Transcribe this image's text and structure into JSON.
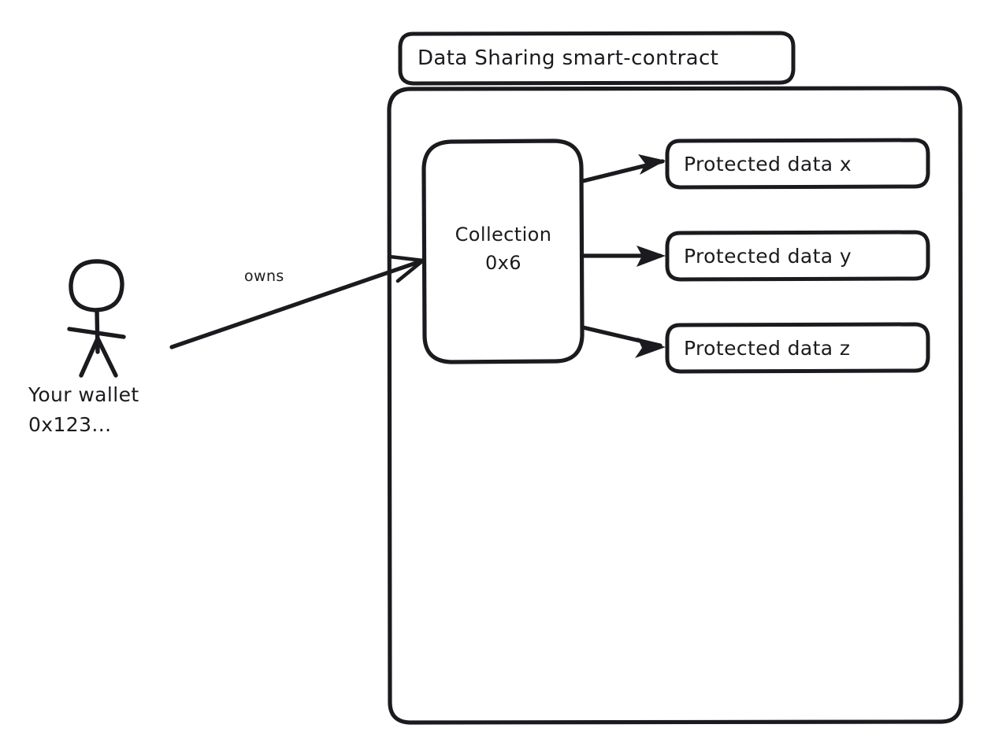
{
  "diagram": {
    "title": "Data Sharing smart-contract",
    "background_color": "#ffffff",
    "stroke_color": "#1b1b1f",
    "style": "hand-drawn",
    "container": {
      "name": "Data Sharing smart-contract",
      "label": "Data Sharing smart-contract"
    },
    "actor": {
      "icon": "stick-figure-person",
      "label_line1": "Your wallet",
      "label_line2": "0x123..."
    },
    "edges": [
      {
        "from": "Your wallet 0x123...",
        "to": "Collection 0x6",
        "label": "owns"
      },
      {
        "from": "Collection 0x6",
        "to": "Protected data x",
        "label": ""
      },
      {
        "from": "Collection 0x6",
        "to": "Protected data y",
        "label": ""
      },
      {
        "from": "Collection 0x6",
        "to": "Protected data z",
        "label": ""
      }
    ],
    "collection": {
      "line1": "Collection",
      "line2": "0x6"
    },
    "protected_data": [
      {
        "label": "Protected data x"
      },
      {
        "label": "Protected data y"
      },
      {
        "label": "Protected data z"
      }
    ]
  }
}
